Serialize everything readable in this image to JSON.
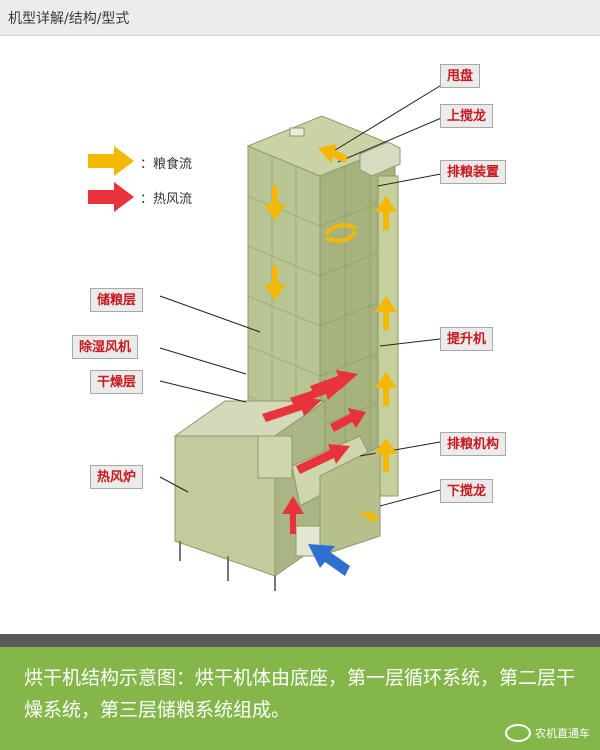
{
  "header": {
    "title": "机型详解/结构/型式"
  },
  "legend": [
    {
      "text": "：粮食流",
      "color": "#f5b800"
    },
    {
      "text": "：热风流",
      "color": "#e8323c"
    }
  ],
  "labels": {
    "shuaipan": "甩盘",
    "shangjiaolong": "上搅龙",
    "pailiang_zhuangzhi": "排粮装置",
    "chuliangceng": "储粮层",
    "chushi_fengji": "除湿风机",
    "ganzaoceng": "干燥层",
    "reffenglu": "热风炉",
    "tishengji": "提升机",
    "pailiang_jigou": "排粮机构",
    "xiajiaolong": "下搅龙"
  },
  "caption": "烘干机结构示意图：烘干机体由底座，第一层循环系统，第二层干燥系统，第三层储粮系统组成。",
  "brand": {
    "name": "农机直通车"
  },
  "colors": {
    "grain_arrow": "#f5b800",
    "hot_arrow": "#e8323c",
    "cold_arrow": "#2f6fd0",
    "label_text": "#c8191e",
    "footer_bg": "#84b64a"
  }
}
